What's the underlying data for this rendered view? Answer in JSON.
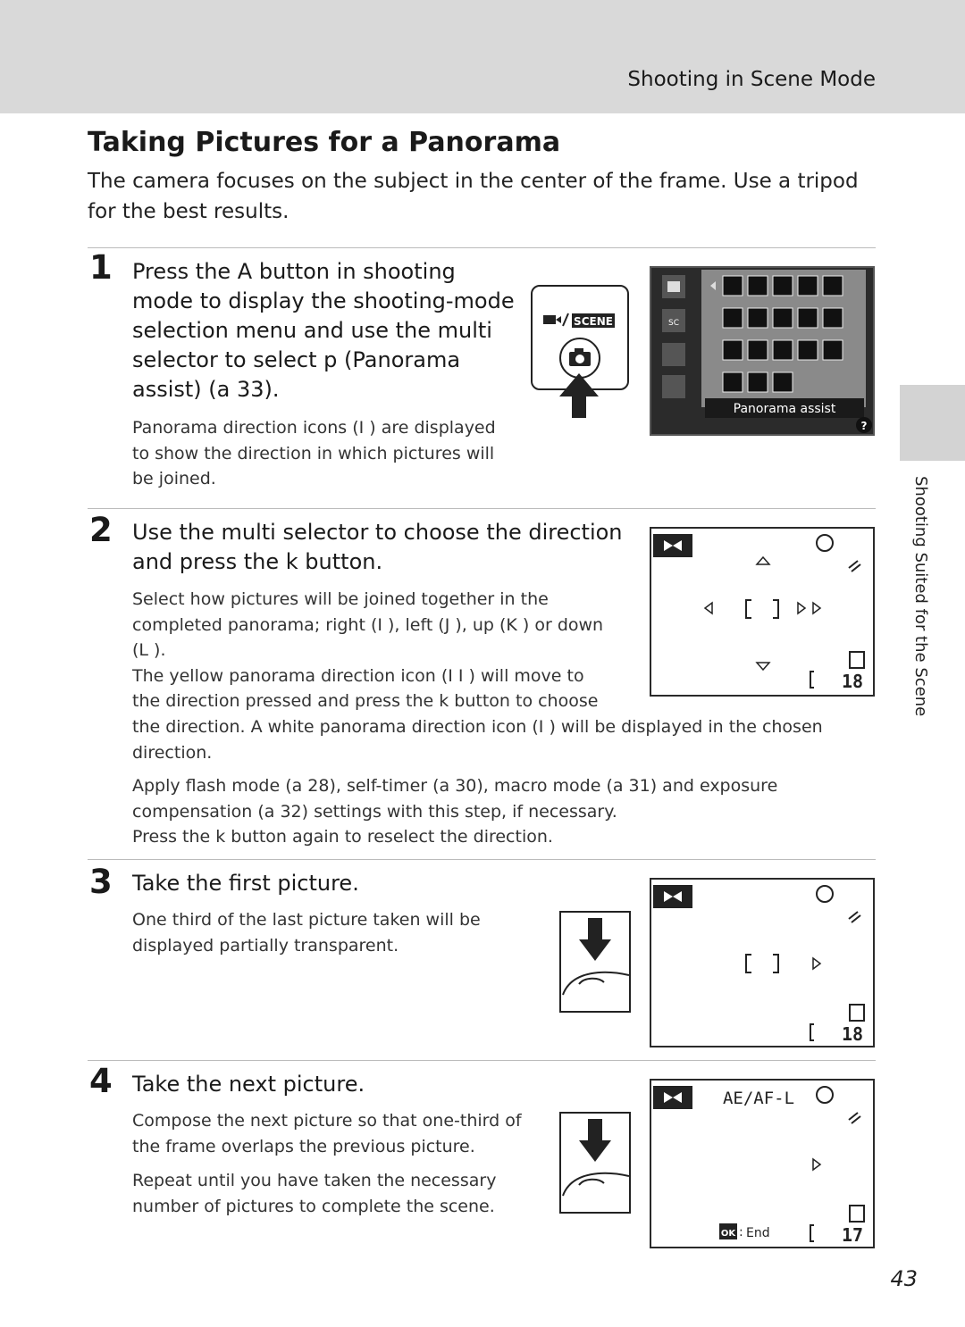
{
  "header": {
    "section": "Shooting in Scene Mode"
  },
  "title": "Taking Pictures for a Panorama",
  "intro": "The camera focuses on the subject in the center of the frame. Use a tripod for the best results.",
  "steps": [
    {
      "num": "1",
      "head_lines": [
        "Press the A   button in shooting",
        "mode to display the shooting-mode",
        "selection menu and use the multi",
        "selector to select p   (Panorama",
        "assist) (a 33)."
      ],
      "paras": [
        "Panorama direction icons (I  ) are displayed",
        "to show the direction in which pictures will",
        "be joined."
      ]
    },
    {
      "num": "2",
      "head_lines": [
        "Use the multi selector to choose the direction",
        "and press the k button."
      ],
      "paras": [
        "Select how pictures will be joined together in the",
        "completed panorama; right (I  ), left (J  ), up (K   ) or down",
        "(L   ).",
        "The yellow panorama direction icon (I   I   ) will move to",
        "the direction pressed and press the k button to choose",
        "the direction. A white panorama direction icon (I  ) will be displayed in the chosen",
        "direction."
      ],
      "paras2": [
        "Apply flash mode (a 28), self-timer (a 30), macro mode (a 31) and exposure",
        "compensation (a 32) settings with this step, if necessary.",
        "Press the k button again to reselect the direction."
      ]
    },
    {
      "num": "3",
      "head_lines": [
        "Take the first picture."
      ],
      "paras": [
        "One third of the last picture taken will be",
        "displayed partially transparent."
      ]
    },
    {
      "num": "4",
      "head_lines": [
        "Take the next picture."
      ],
      "paras": [
        "Compose the next picture so that one-third of",
        "the frame overlaps the previous picture."
      ],
      "paras2": [
        "Repeat until you have taken the necessary",
        "number of pictures to complete the scene."
      ]
    }
  ],
  "menu_screen": {
    "label": "Panorama assist",
    "help": "?"
  },
  "mode_button": {
    "label": "SCENE"
  },
  "screens": {
    "s2": {
      "counter": "18"
    },
    "s3": {
      "counter": "18"
    },
    "s4": {
      "counter": "17",
      "lock": "AE/AF-L",
      "end": "End",
      "ok": "OK"
    }
  },
  "side_label": "Shooting Suited for the Scene",
  "page_number": "43"
}
